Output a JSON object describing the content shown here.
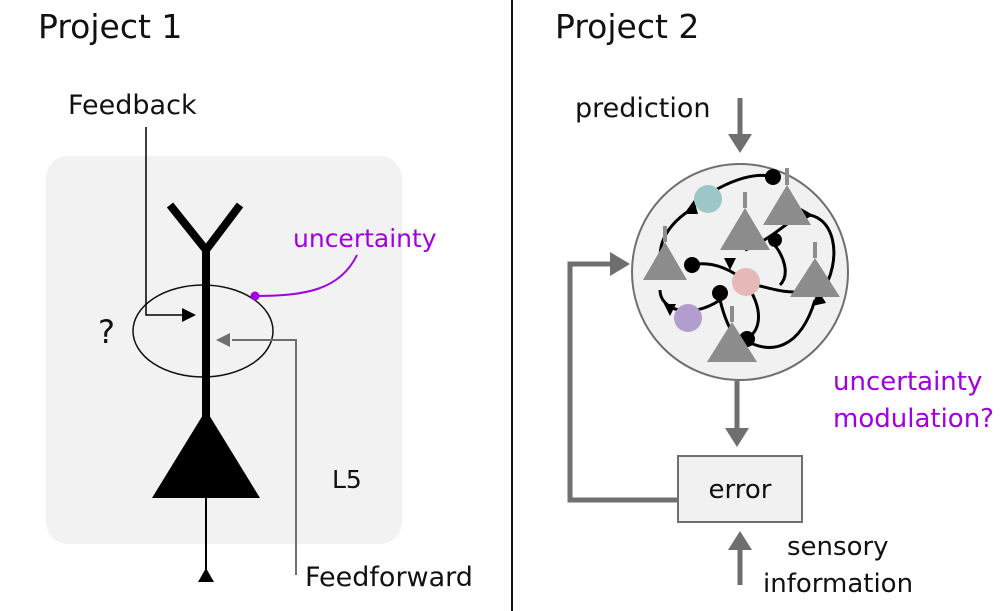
{
  "project1": {
    "title": "Project 1",
    "feedback_label": "Feedback",
    "feedforward_label": "Feedforward",
    "uncertainty_label": "uncertainty",
    "question_label": "?",
    "layer_label": "L5"
  },
  "project2": {
    "title": "Project 2",
    "prediction_label": "prediction",
    "error_label": "error",
    "sensory_label_line1": "sensory",
    "sensory_label_line2": "information",
    "modulation_line1": "uncertainty",
    "modulation_line2": "modulation?"
  },
  "colors": {
    "highlight": "#a100e0",
    "panel_gray": "#f2f2f2",
    "arrow_gray": "#6f6f6f",
    "neuron_gray": "#8c8c8c",
    "cell_teal": "#9cc6c8",
    "cell_pink": "#e6b8b8",
    "cell_purple": "#b39dcf"
  }
}
